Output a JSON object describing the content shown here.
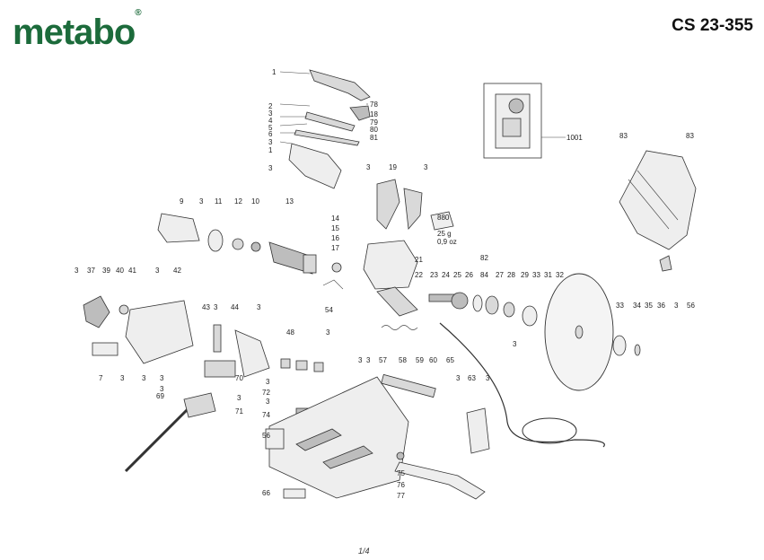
{
  "header": {
    "brand": "metabo",
    "trademark": "®",
    "model": "CS 23-355",
    "page": "1/4"
  },
  "parts": {
    "p1": "1",
    "p2": "2",
    "p3": "3",
    "p4": "4",
    "p5": "5",
    "p6": "6",
    "p9": "9",
    "p10": "10",
    "p11": "11",
    "p12": "12",
    "p13": "13",
    "p14": "14",
    "p15": "15",
    "p16": "16",
    "p17": "17",
    "p18": "18",
    "p19": "19",
    "p21": "21",
    "p22": "22",
    "p23": "23",
    "p24": "24",
    "p25": "25",
    "p26": "26",
    "p27": "27",
    "p28": "28",
    "p29": "29",
    "p31": "31",
    "p32": "32",
    "p33": "33",
    "p34": "34",
    "p35": "35",
    "p36": "36",
    "p37": "37",
    "p39": "39",
    "p40": "40",
    "p41": "41",
    "p42": "42",
    "p43": "43",
    "p44": "44",
    "p48": "48",
    "p54": "54",
    "p56": "56",
    "p57": "57",
    "p58": "58",
    "p59": "59",
    "p60": "60",
    "p63": "63",
    "p65": "65",
    "p66": "66",
    "p69": "69",
    "p70": "70",
    "p71": "71",
    "p72": "72",
    "p74": "74",
    "p75": "75",
    "p76": "76",
    "p77": "77",
    "p78": "78",
    "p79": "79",
    "p80": "80",
    "p81": "81",
    "p82": "82",
    "p83": "83",
    "p84": "84",
    "p880": "880",
    "p1001": "1001",
    "p7": "7"
  },
  "grease": {
    "amount": "25 g",
    "amount_oz": "0,9 oz"
  }
}
